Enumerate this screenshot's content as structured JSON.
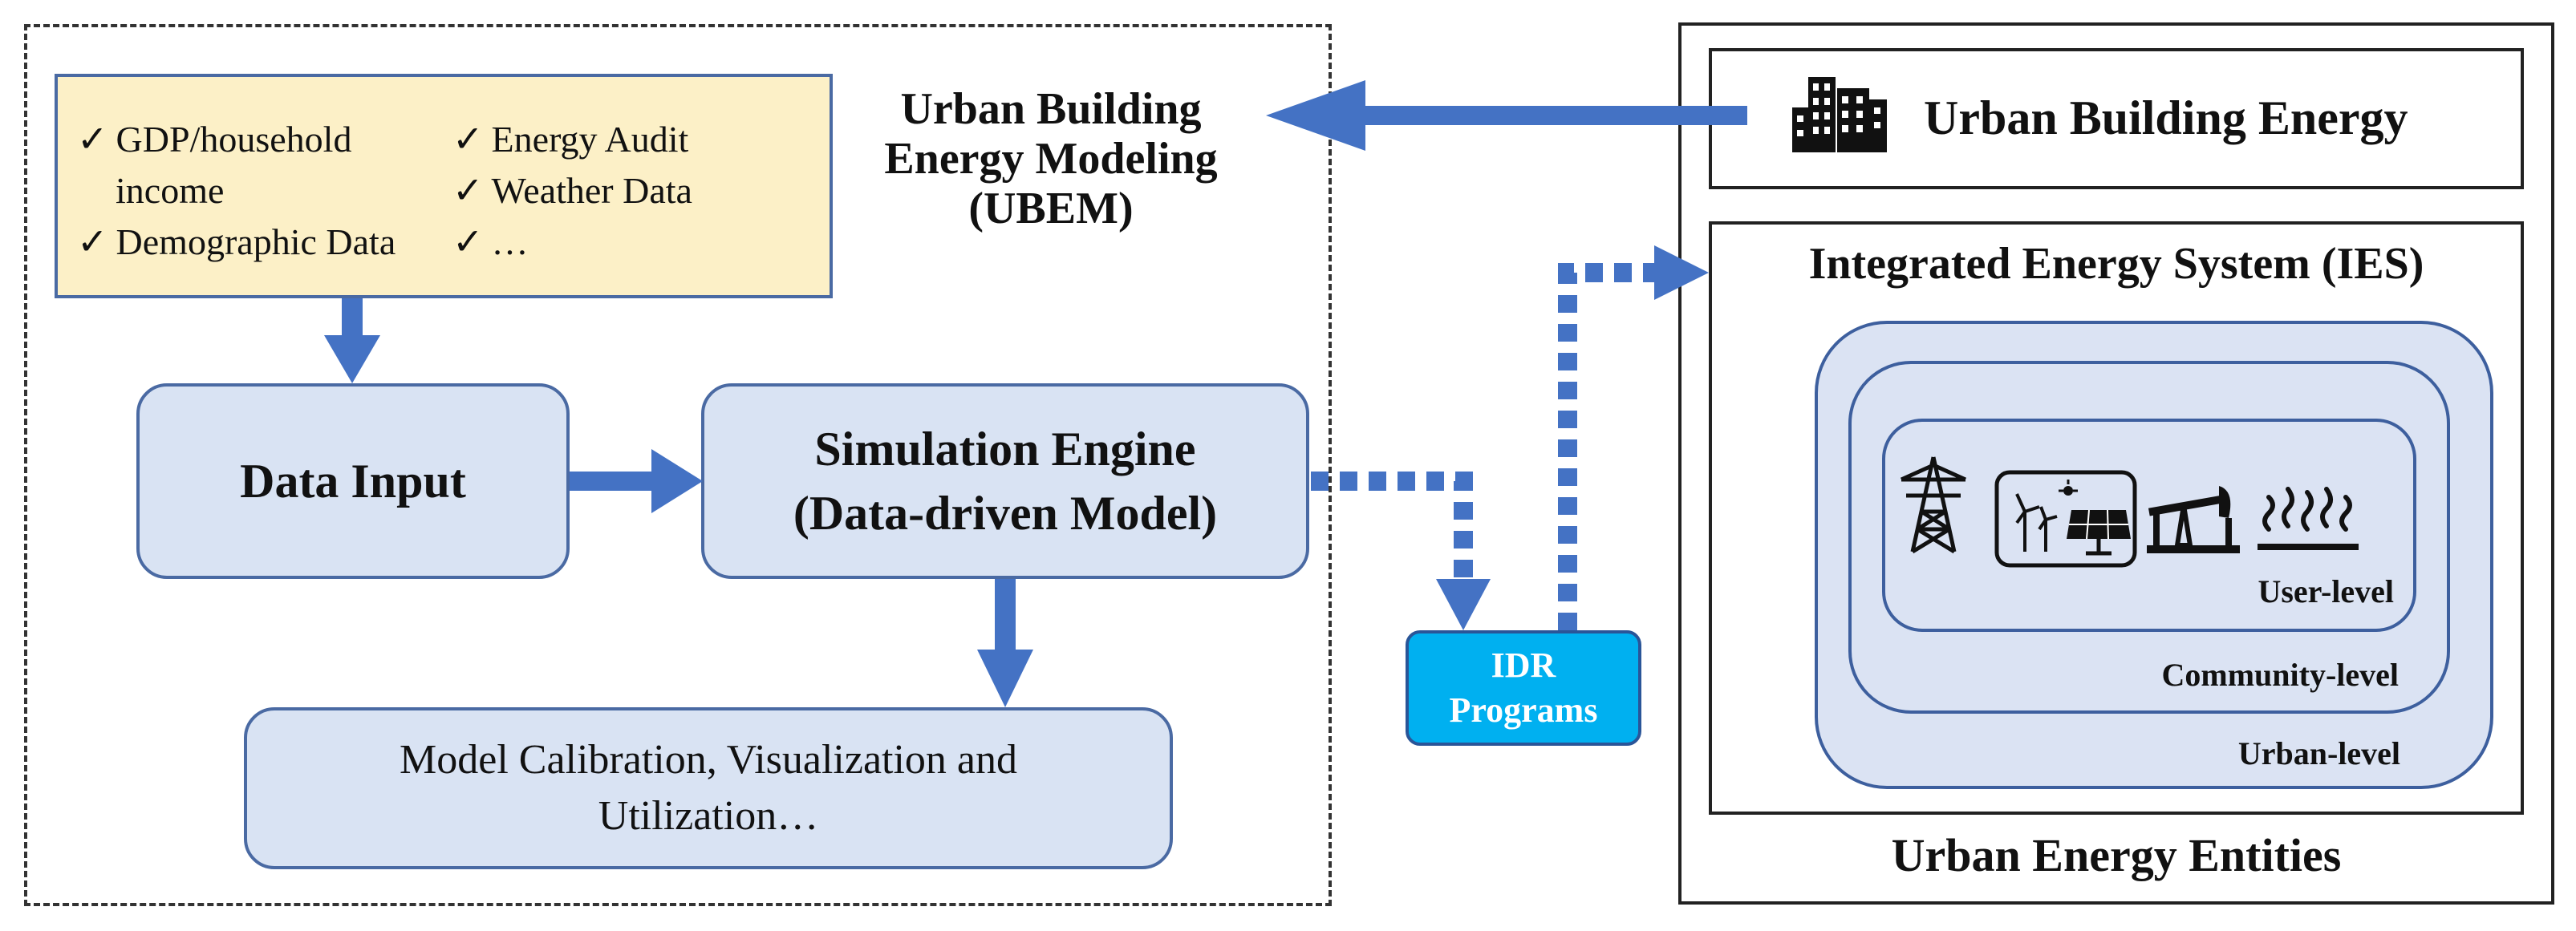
{
  "ubem": {
    "title_lines": [
      "Urban Building",
      "Energy Modeling",
      "(UBEM)"
    ],
    "data_sources": [
      {
        "check": "✓",
        "text": "GDP/household"
      },
      {
        "check": "",
        "text": "income"
      },
      {
        "check": "✓",
        "text": "Demographic Data"
      },
      {
        "check": "✓",
        "text": "Energy Audit"
      },
      {
        "check": "✓",
        "text": "Weather Data"
      },
      {
        "check": "✓",
        "text": "…"
      }
    ],
    "data_input_label": "Data Input",
    "simulation_engine_lines": [
      "Simulation Engine",
      "(Data-driven Model)"
    ],
    "calibration_lines": [
      "Model Calibration, Visualization and",
      "Utilization…"
    ]
  },
  "idr": {
    "lines": [
      "IDR",
      "Programs"
    ]
  },
  "entities": {
    "title": "Urban Energy Entities",
    "building_energy_label": "Urban Building Energy",
    "ies_title": "Integrated Energy System (IES)",
    "levels": {
      "urban": "Urban-level",
      "community": "Community-level",
      "user": "User-level"
    },
    "icons": [
      "building-icon",
      "power-tower-icon",
      "wind-solar-icon",
      "oil-pump-icon",
      "heat-icon"
    ]
  },
  "colors": {
    "arrow_blue": "#4472c4",
    "box_fill": "#d9e3f3",
    "box_border": "#4a6aa3",
    "source_fill": "#fcf0c7",
    "idr_fill": "#00b0f0"
  }
}
